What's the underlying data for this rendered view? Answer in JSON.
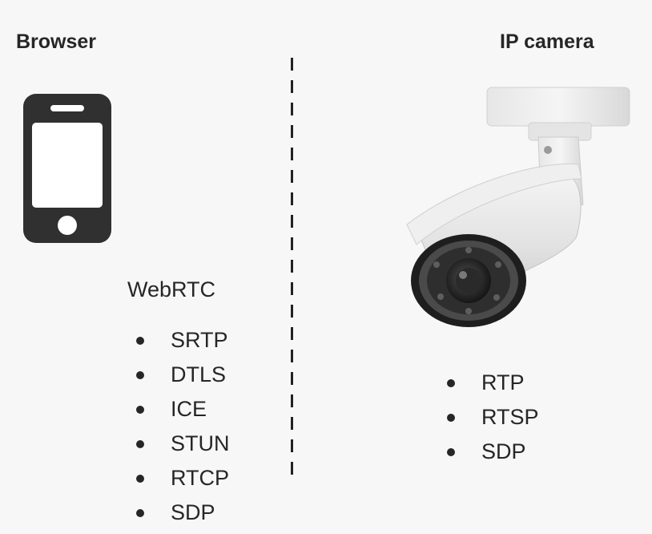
{
  "left": {
    "title": "Browser",
    "device_icon": "smartphone-icon",
    "group_label": "WebRTC",
    "items": [
      "SRTP",
      "DTLS",
      "ICE",
      "STUN",
      "RTCP",
      "SDP"
    ]
  },
  "right": {
    "title": "IP camera",
    "device_icon": "ip-camera-icon",
    "items": [
      "RTP",
      "RTSP",
      "SDP"
    ]
  },
  "colors": {
    "text": "#262626",
    "background": "#f7f7f7",
    "phone": "#303030",
    "camera_body": "#e9e9e9"
  }
}
